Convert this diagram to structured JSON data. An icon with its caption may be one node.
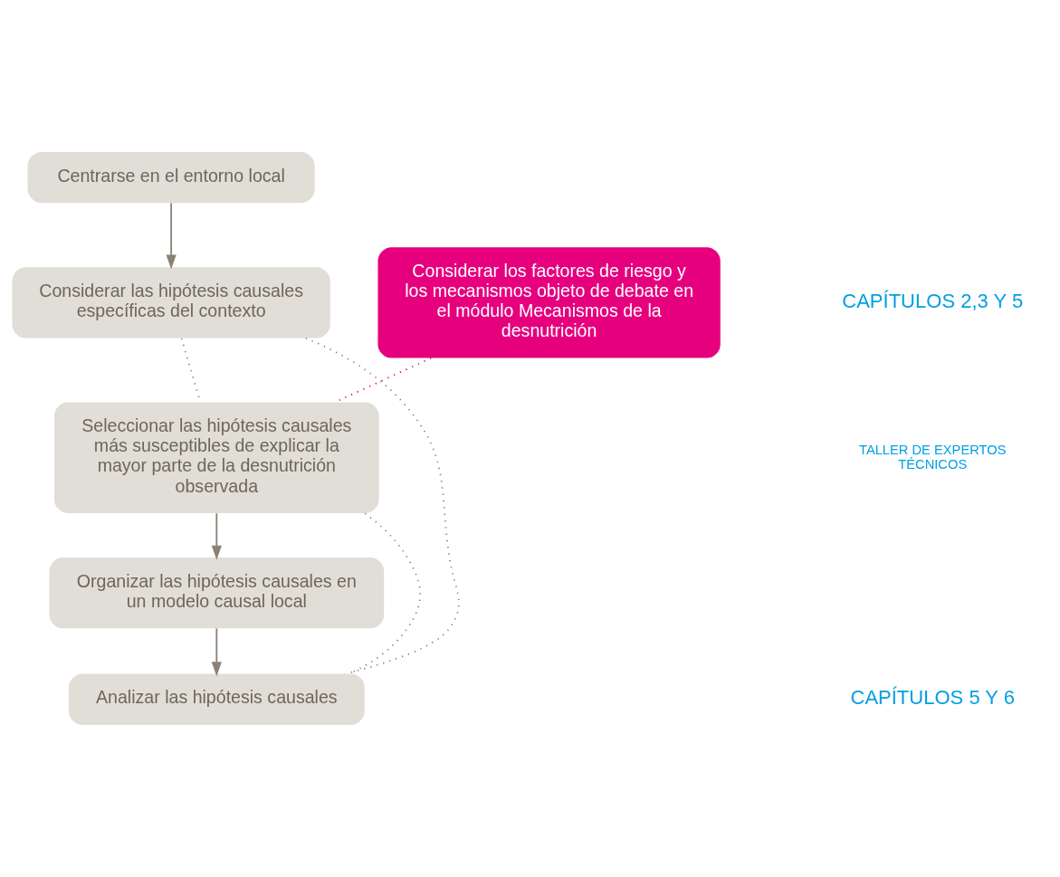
{
  "diagram": {
    "nodes": [
      {
        "text": [
          "Centrarse en el entorno local"
        ]
      },
      {
        "text": [
          "Considerar los factores de riesgo y los mecanismos objeto de debate en el módulo Mecanismos de la desnutrición"
        ]
      },
      {
        "text": [
          "Considerar las hipótesis causales específicas del contexto"
        ]
      },
      {
        "text": [
          "Seleccionar las hipótesis causales más susceptibles de explicar la mayor parte de la desnutrición observada"
        ]
      },
      {
        "text": [
          "Organizar las hipótesis causales en un modelo causal local"
        ]
      },
      {
        "text": [
          "Analizar las hipótesis causales"
        ]
      }
    ],
    "edges": [
      {
        "from": 0,
        "to": 2,
        "arrow": "to"
      },
      {
        "from": 1,
        "to": 3,
        "arrow": "none",
        "style": "dashed",
        "color": "#e0087a"
      },
      {
        "from": 2,
        "to": 3,
        "arrow": "none",
        "style": "dashed"
      },
      {
        "from": 3,
        "to": 4,
        "arrow": "to"
      },
      {
        "from": 4,
        "to": 5,
        "arrow": "to"
      },
      {
        "from": 2,
        "to": 5,
        "arrow": "none",
        "style": "dashed"
      },
      {
        "from": 3,
        "to": 5,
        "arrow": "none",
        "style": "dashed"
      }
    ],
    "labels": [
      "CAPÍTULOS 2,3 Y 5",
      "TALLER DE EXPERTOS TÉCNICOS",
      "CAPÍTULOS 5 Y 6"
    ]
  }
}
